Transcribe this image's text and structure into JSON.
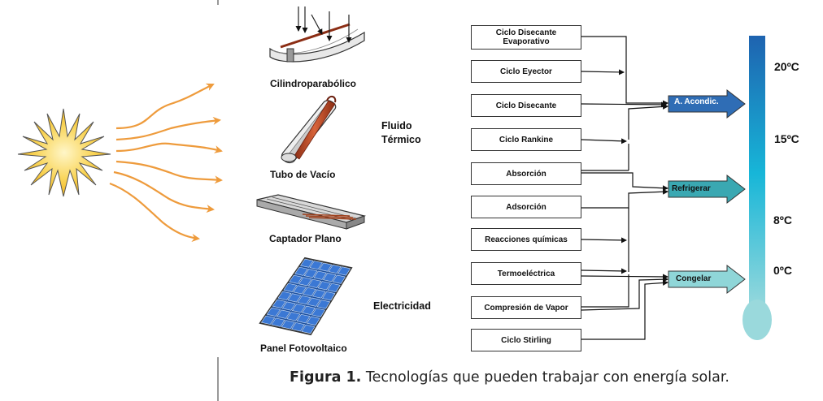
{
  "collectors": [
    {
      "id": "cilindro",
      "label": "Cilindroparabólico",
      "icon": "parabolic-trough-icon"
    },
    {
      "id": "tubo",
      "label": "Tubo de Vacío",
      "icon": "vacuum-tube-icon"
    },
    {
      "id": "captador",
      "label": "Captador Plano",
      "icon": "flat-plate-collector-icon"
    },
    {
      "id": "panel",
      "label": "Panel Fotovoltaico",
      "icon": "photovoltaic-panel-icon"
    }
  ],
  "energy_types": {
    "thermal_line1": "Fluido",
    "thermal_line2": "Térmico",
    "electric": "Electricidad"
  },
  "technologies": [
    {
      "id": "ciclo-disecante-evaporativo",
      "line1": "Ciclo Disecante",
      "line2": "Evaporativo"
    },
    {
      "id": "ciclo-eyector",
      "line1": "Ciclo Eyector",
      "line2": ""
    },
    {
      "id": "ciclo-disecante",
      "line1": "Ciclo Disecante",
      "line2": ""
    },
    {
      "id": "ciclo-rankine",
      "line1": "Ciclo Rankine",
      "line2": ""
    },
    {
      "id": "absorcion",
      "line1": "Absorción",
      "line2": ""
    },
    {
      "id": "adsorcion",
      "line1": "Adsorción",
      "line2": ""
    },
    {
      "id": "reacciones-quimicas",
      "line1": "Reacciones químicas",
      "line2": ""
    },
    {
      "id": "termoelectrica",
      "line1": "Termoeléctrica",
      "line2": ""
    },
    {
      "id": "compresion-de-vapor",
      "line1": "Compresión de Vapor",
      "line2": ""
    },
    {
      "id": "ciclo-stirling",
      "line1": "Ciclo Stirling",
      "line2": ""
    }
  ],
  "applications": [
    {
      "id": "acondic",
      "label": "A. Acondic.",
      "color": "#2f6db5",
      "text_color": "#ffffff"
    },
    {
      "id": "refrigerar",
      "label": "Refrigerar",
      "color": "#3aa8b2",
      "text_color": "#111111"
    },
    {
      "id": "congelar",
      "label": "Congelar",
      "color": "#8fd6d8",
      "text_color": "#111111"
    }
  ],
  "temperatures": [
    "20ºC",
    "15ºC",
    "8ºC",
    "0ºC"
  ],
  "colors": {
    "sun": "#f7c52a",
    "rays": "#ee9b3c",
    "box_border": "#333333",
    "thermo_top": "#1e63b0",
    "thermo_mid": "#19b5d6",
    "thermo_bottom": "#9ad9dc"
  },
  "caption": {
    "prefix": "Figura 1.",
    "text": " Tecnologías que pueden trabajar con energía solar."
  }
}
